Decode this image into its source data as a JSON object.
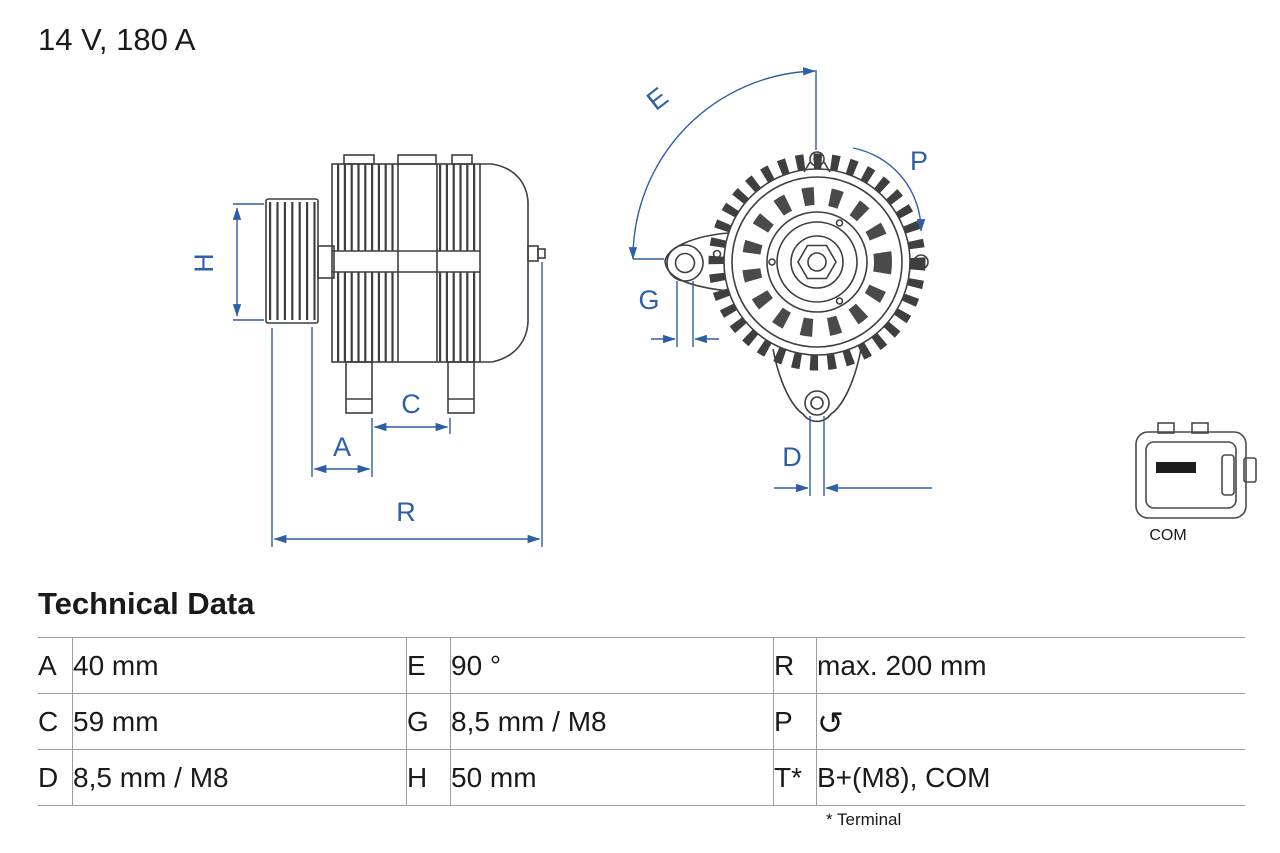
{
  "title": "14 V, 180 A",
  "connector": {
    "label": "COM"
  },
  "drawing": {
    "labels": {
      "H": "H",
      "A": "A",
      "C": "C",
      "R": "R",
      "E": "E",
      "G": "G",
      "P": "P",
      "D": "D"
    }
  },
  "technical_data": {
    "heading": "Technical Data",
    "footnote": "* Terminal",
    "rotation_icon_glyph": "↺",
    "rows": [
      {
        "c1": {
          "key": "A",
          "value": "40 mm"
        },
        "c2": {
          "key": "E",
          "value": "90 °"
        },
        "c3": {
          "key": "R",
          "value": "max. 200 mm"
        }
      },
      {
        "c1": {
          "key": "C",
          "value": "59 mm"
        },
        "c2": {
          "key": "G",
          "value": "8,5 mm / M8"
        },
        "c3": {
          "key": "P",
          "icon": "rotation-ccw"
        }
      },
      {
        "c1": {
          "key": "D",
          "value": "8,5 mm / M8"
        },
        "c2": {
          "key": "H",
          "value": "50 mm"
        },
        "c3": {
          "key": "T*",
          "value": "B+(M8), COM"
        }
      }
    ]
  },
  "colors": {
    "dimension_blue": "#2d5fa8",
    "drawing_gray": "#3f3f3f",
    "table_border": "#9e9e9e"
  }
}
